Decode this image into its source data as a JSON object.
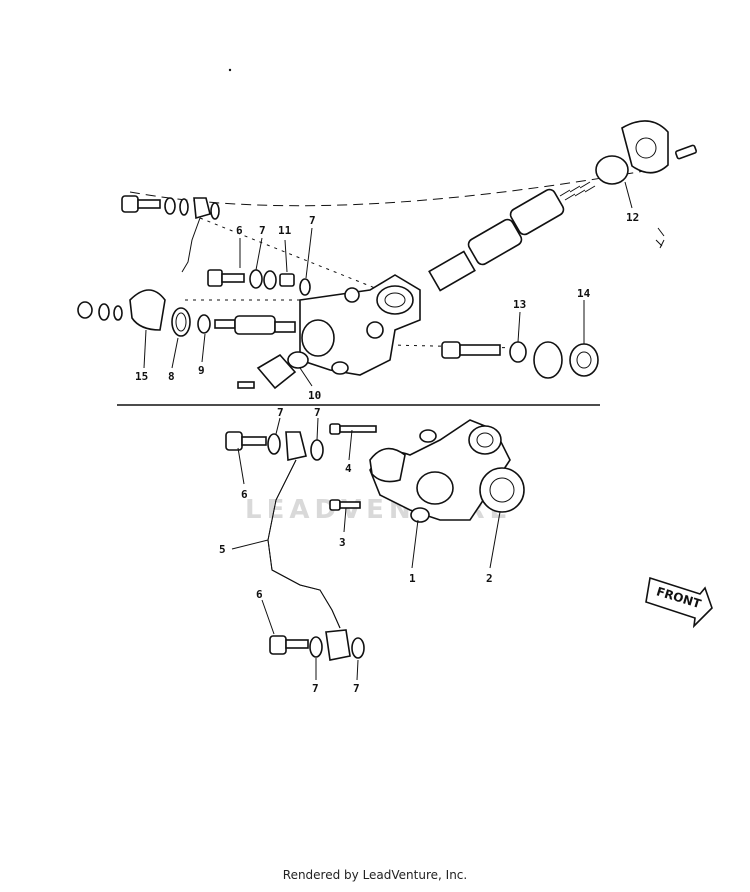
{
  "diagram": {
    "callouts": {
      "c1": "1",
      "c2": "2",
      "c3": "3",
      "c4": "4",
      "c5": "5",
      "c6a": "6",
      "c6b": "6",
      "c6c": "6",
      "c7a": "7",
      "c7b": "7",
      "c7c": "7",
      "c7d": "7",
      "c7e": "7",
      "c7f": "7",
      "c8": "8",
      "c9": "9",
      "c10": "10",
      "c11": "11",
      "c12": "12",
      "c13": "13",
      "c14": "14",
      "c15": "15"
    },
    "front_label": "FRONT",
    "watermark": "LEADVENTURE"
  },
  "footer": {
    "credit": "Rendered by LeadVenture, Inc."
  }
}
